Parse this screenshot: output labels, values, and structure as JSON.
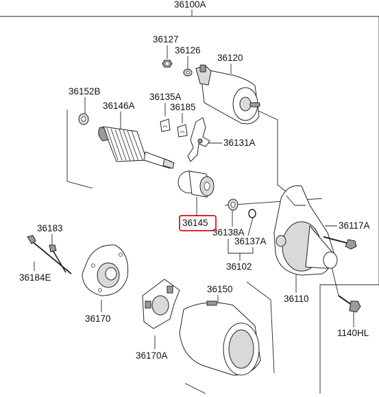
{
  "diagram": {
    "assembly_label": "36100A",
    "highlight_color": "#e1262d",
    "labels": {
      "p36127": "36127",
      "p36126": "36126",
      "p36120": "36120",
      "p36152B": "36152B",
      "p36146A": "36146A",
      "p36135A": "36135A",
      "p36185": "36185",
      "p36131A": "36131A",
      "p36145": "36145",
      "p36138A": "36138A",
      "p36137A": "36137A",
      "p36102": "36102",
      "p36117A": "36117A",
      "p36183": "36183",
      "p36184E": "36184E",
      "p36170": "36170",
      "p36110": "36110",
      "p36150": "36150",
      "p36170A": "36170A",
      "p1140HL": "1140HL"
    }
  }
}
